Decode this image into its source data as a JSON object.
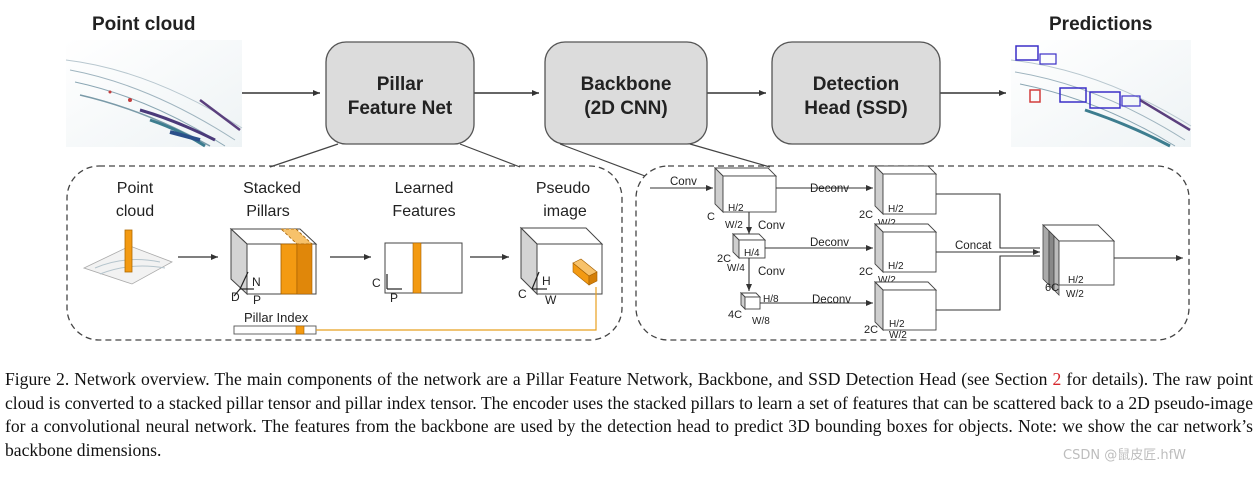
{
  "top_row": {
    "point_cloud_title": "Point cloud",
    "predictions_title": "Predictions",
    "pfn_line1": "Pillar",
    "pfn_line2": "Feature Net",
    "backbone_line1": "Backbone",
    "backbone_line2": "(2D CNN)",
    "head_line1": "Detection",
    "head_line2": "Head (SSD)"
  },
  "pfn_panel": {
    "point_line1": "Point",
    "point_line2": "cloud",
    "stacked_line1": "Stacked",
    "stacked_line2": "Pillars",
    "learned_line1": "Learned",
    "learned_line2": "Features",
    "pseudo_line1": "Pseudo",
    "pseudo_line2": "image",
    "axis_N": "N",
    "axis_D": "D",
    "axis_P": "P",
    "axis_C": "C",
    "axis_H": "H",
    "axis_W": "W",
    "pillar_index": "Pillar Index"
  },
  "backbone_panel": {
    "conv": "Conv",
    "deconv": "Deconv",
    "concat": "Concat",
    "dim_C": "C",
    "dim_2C": "2C",
    "dim_4C": "4C",
    "dim_6C": "6C",
    "H2": "H/2",
    "W2": "W/2",
    "H4": "H/4",
    "W4": "W/4",
    "H8": "H/8",
    "W8": "W/8"
  },
  "caption": {
    "text_before_ref": "Figure 2. Network overview. The main components of the network are a Pillar Feature Network, Backbone, and SSD Detection Head (see Section ",
    "ref": "2",
    "text_after_ref": " for details). The raw point cloud is converted to a stacked pillar tensor and pillar index tensor. The encoder uses the stacked pillars to learn a set of features that can be scattered back to a 2D pseudo-image for a convolutional neural network. The features from the backbone are used by the detection head to predict 3D bounding boxes for objects. Note: we show the car network’s backbone dimensions."
  },
  "watermark": "CSDN @鼠皮匠.hfW",
  "colors": {
    "box_fill": "#dcdcdc",
    "orange": "#f39a12",
    "orange_line": "#e8a020",
    "dashed": "#444444"
  }
}
